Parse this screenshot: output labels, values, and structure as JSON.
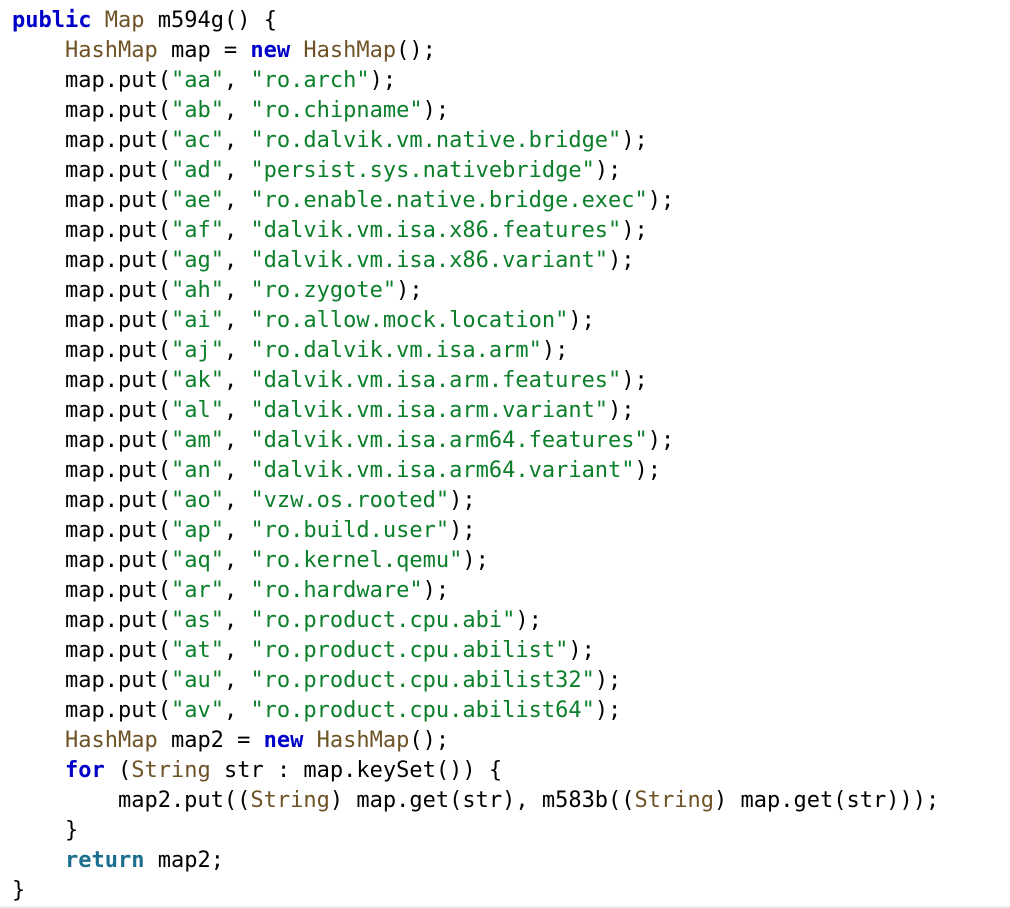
{
  "code": {
    "colors": {
      "keyword_blue": "#0000c8",
      "keyword_teal": "#1d6f8f",
      "type": "#6e5326",
      "string": "#0b7f2a",
      "default": "#000000"
    },
    "lines": [
      {
        "tokens": [
          {
            "t": "public",
            "c": "kw kw-blue"
          },
          {
            "t": " ",
            "c": "id"
          },
          {
            "t": "Map",
            "c": "type"
          },
          {
            "t": " m594g() {",
            "c": "id"
          }
        ]
      },
      {
        "tokens": [
          {
            "t": "    ",
            "c": "id"
          },
          {
            "t": "HashMap",
            "c": "type"
          },
          {
            "t": " map = ",
            "c": "id"
          },
          {
            "t": "new",
            "c": "kw kw-blue"
          },
          {
            "t": " ",
            "c": "id"
          },
          {
            "t": "HashMap",
            "c": "type"
          },
          {
            "t": "();",
            "c": "id"
          }
        ]
      },
      {
        "tokens": [
          {
            "t": "    map.put(",
            "c": "id"
          },
          {
            "t": "\"aa\"",
            "c": "str"
          },
          {
            "t": ", ",
            "c": "id"
          },
          {
            "t": "\"ro.arch\"",
            "c": "str"
          },
          {
            "t": ");",
            "c": "id"
          }
        ]
      },
      {
        "tokens": [
          {
            "t": "    map.put(",
            "c": "id"
          },
          {
            "t": "\"ab\"",
            "c": "str"
          },
          {
            "t": ", ",
            "c": "id"
          },
          {
            "t": "\"ro.chipname\"",
            "c": "str"
          },
          {
            "t": ");",
            "c": "id"
          }
        ]
      },
      {
        "tokens": [
          {
            "t": "    map.put(",
            "c": "id"
          },
          {
            "t": "\"ac\"",
            "c": "str"
          },
          {
            "t": ", ",
            "c": "id"
          },
          {
            "t": "\"ro.dalvik.vm.native.bridge\"",
            "c": "str"
          },
          {
            "t": ");",
            "c": "id"
          }
        ]
      },
      {
        "tokens": [
          {
            "t": "    map.put(",
            "c": "id"
          },
          {
            "t": "\"ad\"",
            "c": "str"
          },
          {
            "t": ", ",
            "c": "id"
          },
          {
            "t": "\"persist.sys.nativebridge\"",
            "c": "str"
          },
          {
            "t": ");",
            "c": "id"
          }
        ]
      },
      {
        "tokens": [
          {
            "t": "    map.put(",
            "c": "id"
          },
          {
            "t": "\"ae\"",
            "c": "str"
          },
          {
            "t": ", ",
            "c": "id"
          },
          {
            "t": "\"ro.enable.native.bridge.exec\"",
            "c": "str"
          },
          {
            "t": ");",
            "c": "id"
          }
        ]
      },
      {
        "tokens": [
          {
            "t": "    map.put(",
            "c": "id"
          },
          {
            "t": "\"af\"",
            "c": "str"
          },
          {
            "t": ", ",
            "c": "id"
          },
          {
            "t": "\"dalvik.vm.isa.x86.features\"",
            "c": "str"
          },
          {
            "t": ");",
            "c": "id"
          }
        ]
      },
      {
        "tokens": [
          {
            "t": "    map.put(",
            "c": "id"
          },
          {
            "t": "\"ag\"",
            "c": "str"
          },
          {
            "t": ", ",
            "c": "id"
          },
          {
            "t": "\"dalvik.vm.isa.x86.variant\"",
            "c": "str"
          },
          {
            "t": ");",
            "c": "id"
          }
        ]
      },
      {
        "tokens": [
          {
            "t": "    map.put(",
            "c": "id"
          },
          {
            "t": "\"ah\"",
            "c": "str"
          },
          {
            "t": ", ",
            "c": "id"
          },
          {
            "t": "\"ro.zygote\"",
            "c": "str"
          },
          {
            "t": ");",
            "c": "id"
          }
        ]
      },
      {
        "tokens": [
          {
            "t": "    map.put(",
            "c": "id"
          },
          {
            "t": "\"ai\"",
            "c": "str"
          },
          {
            "t": ", ",
            "c": "id"
          },
          {
            "t": "\"ro.allow.mock.location\"",
            "c": "str"
          },
          {
            "t": ");",
            "c": "id"
          }
        ]
      },
      {
        "tokens": [
          {
            "t": "    map.put(",
            "c": "id"
          },
          {
            "t": "\"aj\"",
            "c": "str"
          },
          {
            "t": ", ",
            "c": "id"
          },
          {
            "t": "\"ro.dalvik.vm.isa.arm\"",
            "c": "str"
          },
          {
            "t": ");",
            "c": "id"
          }
        ]
      },
      {
        "tokens": [
          {
            "t": "    map.put(",
            "c": "id"
          },
          {
            "t": "\"ak\"",
            "c": "str"
          },
          {
            "t": ", ",
            "c": "id"
          },
          {
            "t": "\"dalvik.vm.isa.arm.features\"",
            "c": "str"
          },
          {
            "t": ");",
            "c": "id"
          }
        ]
      },
      {
        "tokens": [
          {
            "t": "    map.put(",
            "c": "id"
          },
          {
            "t": "\"al\"",
            "c": "str"
          },
          {
            "t": ", ",
            "c": "id"
          },
          {
            "t": "\"dalvik.vm.isa.arm.variant\"",
            "c": "str"
          },
          {
            "t": ");",
            "c": "id"
          }
        ]
      },
      {
        "tokens": [
          {
            "t": "    map.put(",
            "c": "id"
          },
          {
            "t": "\"am\"",
            "c": "str"
          },
          {
            "t": ", ",
            "c": "id"
          },
          {
            "t": "\"dalvik.vm.isa.arm64.features\"",
            "c": "str"
          },
          {
            "t": ");",
            "c": "id"
          }
        ]
      },
      {
        "tokens": [
          {
            "t": "    map.put(",
            "c": "id"
          },
          {
            "t": "\"an\"",
            "c": "str"
          },
          {
            "t": ", ",
            "c": "id"
          },
          {
            "t": "\"dalvik.vm.isa.arm64.variant\"",
            "c": "str"
          },
          {
            "t": ");",
            "c": "id"
          }
        ]
      },
      {
        "tokens": [
          {
            "t": "    map.put(",
            "c": "id"
          },
          {
            "t": "\"ao\"",
            "c": "str"
          },
          {
            "t": ", ",
            "c": "id"
          },
          {
            "t": "\"vzw.os.rooted\"",
            "c": "str"
          },
          {
            "t": ");",
            "c": "id"
          }
        ]
      },
      {
        "tokens": [
          {
            "t": "    map.put(",
            "c": "id"
          },
          {
            "t": "\"ap\"",
            "c": "str"
          },
          {
            "t": ", ",
            "c": "id"
          },
          {
            "t": "\"ro.build.user\"",
            "c": "str"
          },
          {
            "t": ");",
            "c": "id"
          }
        ]
      },
      {
        "tokens": [
          {
            "t": "    map.put(",
            "c": "id"
          },
          {
            "t": "\"aq\"",
            "c": "str"
          },
          {
            "t": ", ",
            "c": "id"
          },
          {
            "t": "\"ro.kernel.qemu\"",
            "c": "str"
          },
          {
            "t": ");",
            "c": "id"
          }
        ]
      },
      {
        "tokens": [
          {
            "t": "    map.put(",
            "c": "id"
          },
          {
            "t": "\"ar\"",
            "c": "str"
          },
          {
            "t": ", ",
            "c": "id"
          },
          {
            "t": "\"ro.hardware\"",
            "c": "str"
          },
          {
            "t": ");",
            "c": "id"
          }
        ]
      },
      {
        "tokens": [
          {
            "t": "    map.put(",
            "c": "id"
          },
          {
            "t": "\"as\"",
            "c": "str"
          },
          {
            "t": ", ",
            "c": "id"
          },
          {
            "t": "\"ro.product.cpu.abi\"",
            "c": "str"
          },
          {
            "t": ");",
            "c": "id"
          }
        ]
      },
      {
        "tokens": [
          {
            "t": "    map.put(",
            "c": "id"
          },
          {
            "t": "\"at\"",
            "c": "str"
          },
          {
            "t": ", ",
            "c": "id"
          },
          {
            "t": "\"ro.product.cpu.abilist\"",
            "c": "str"
          },
          {
            "t": ");",
            "c": "id"
          }
        ]
      },
      {
        "tokens": [
          {
            "t": "    map.put(",
            "c": "id"
          },
          {
            "t": "\"au\"",
            "c": "str"
          },
          {
            "t": ", ",
            "c": "id"
          },
          {
            "t": "\"ro.product.cpu.abilist32\"",
            "c": "str"
          },
          {
            "t": ");",
            "c": "id"
          }
        ]
      },
      {
        "tokens": [
          {
            "t": "    map.put(",
            "c": "id"
          },
          {
            "t": "\"av\"",
            "c": "str"
          },
          {
            "t": ", ",
            "c": "id"
          },
          {
            "t": "\"ro.product.cpu.abilist64\"",
            "c": "str"
          },
          {
            "t": ");",
            "c": "id"
          }
        ]
      },
      {
        "tokens": [
          {
            "t": "    ",
            "c": "id"
          },
          {
            "t": "HashMap",
            "c": "type"
          },
          {
            "t": " map2 = ",
            "c": "id"
          },
          {
            "t": "new",
            "c": "kw kw-blue"
          },
          {
            "t": " ",
            "c": "id"
          },
          {
            "t": "HashMap",
            "c": "type"
          },
          {
            "t": "();",
            "c": "id"
          }
        ]
      },
      {
        "tokens": [
          {
            "t": "    ",
            "c": "id"
          },
          {
            "t": "for",
            "c": "kw kw-blue"
          },
          {
            "t": " (",
            "c": "id"
          },
          {
            "t": "String",
            "c": "type"
          },
          {
            "t": " str : map.keySet()) {",
            "c": "id"
          }
        ]
      },
      {
        "tokens": [
          {
            "t": "        map2.put((",
            "c": "id"
          },
          {
            "t": "String",
            "c": "type"
          },
          {
            "t": ") map.get(str), m583b((",
            "c": "id"
          },
          {
            "t": "String",
            "c": "type"
          },
          {
            "t": ") map.get(str)));",
            "c": "id"
          }
        ]
      },
      {
        "tokens": [
          {
            "t": "    }",
            "c": "id"
          }
        ]
      },
      {
        "tokens": [
          {
            "t": "    ",
            "c": "id"
          },
          {
            "t": "return",
            "c": "kw kw-teal"
          },
          {
            "t": " map2;",
            "c": "id"
          }
        ]
      },
      {
        "tokens": [
          {
            "t": "}",
            "c": "id"
          }
        ]
      }
    ]
  }
}
